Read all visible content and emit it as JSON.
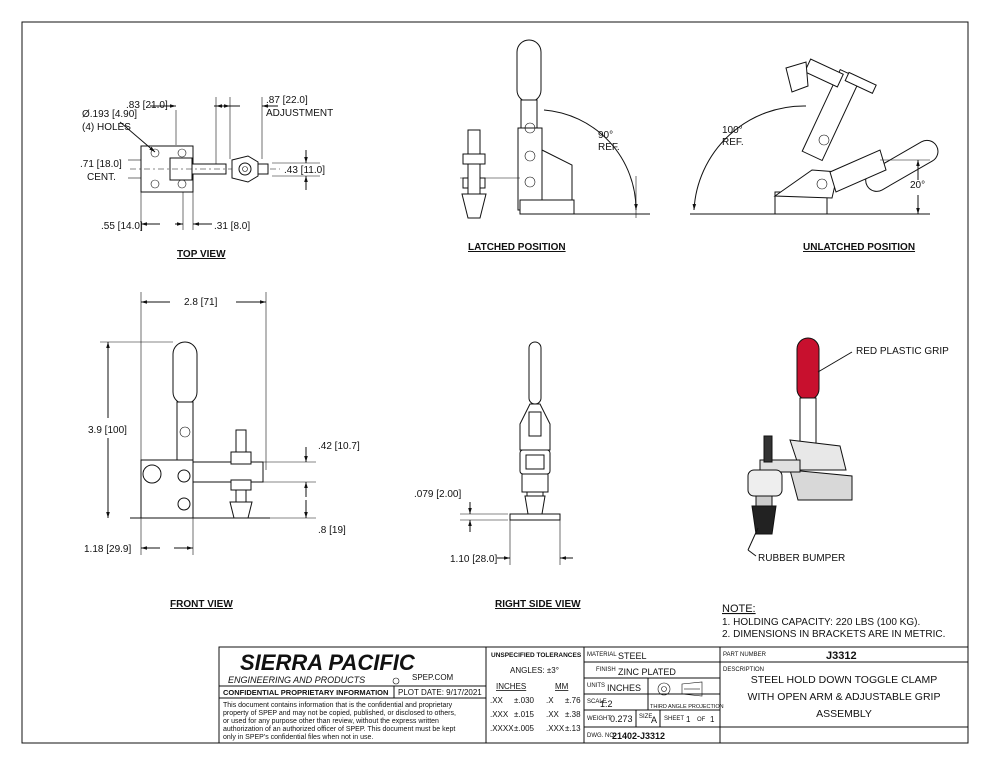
{
  "views": {
    "top": {
      "caption": "TOP VIEW",
      "dims": {
        "hole_a": "Ø.193",
        "hole_b": "4.90",
        "holes": "(4) HOLES",
        "w_a": ".83",
        "w_b": "21.0",
        "adj_a": ".87",
        "adj_b": "22.0",
        "adj_text": "ADJUSTMENT",
        "cent_a": ".71",
        "cent_b": "18.0",
        "cent_text": "CENT.",
        "h_a": ".43",
        "h_b": "11.0",
        "b1_a": ".55",
        "b1_b": "14.0",
        "b2_a": ".31",
        "b2_b": "8.0"
      }
    },
    "latched": {
      "caption": "LATCHED POSITION",
      "angle": "90°",
      "ref": "REF."
    },
    "unlatched": {
      "caption": "UNLATCHED POSITION",
      "angle": "100°",
      "ref": "REF.",
      "angle2": "20°"
    },
    "front": {
      "caption": "FRONT VIEW",
      "dims": {
        "w_a": "2.8",
        "w_b": "71",
        "h_a": "3.9",
        "h_b": "100",
        "s_a": ".42",
        "s_b": "10.7",
        "t_a": ".8",
        "t_b": "19",
        "b_a": "1.18",
        "b_b": "29.9"
      }
    },
    "right": {
      "caption": "RIGHT SIDE VIEW",
      "dims": {
        "th_a": ".079",
        "th_b": "2.00",
        "w_a": "1.10",
        "w_b": "28.0"
      }
    },
    "iso": {
      "grip": "RED PLASTIC GRIP",
      "bumper": "RUBBER BUMPER"
    }
  },
  "notes": {
    "title": "NOTE:",
    "items": [
      "1.   HOLDING CAPACITY: 220 LBS (100 KG).",
      "2.   DIMENSIONS IN BRACKETS ARE IN METRIC."
    ]
  },
  "title_block": {
    "company": "SIERRA PACIFIC",
    "company_sub": "ENGINEERING AND PRODUCTS",
    "website": "SPEP.COM",
    "confidential": "CONFIDENTIAL PROPRIETARY INFORMATION",
    "plot_date": "PLOT DATE:  9/17/2021",
    "disclaimer": [
      "This document contains information that is the confidential and proprietary",
      "property of SPEP and may not be copied, published, or disclosed to others,",
      "or used for any purpose  other than review, without the express written",
      "authorization of an authorized officer of SPEP. This document must be kept",
      "only in SPEP's confidential files when not in use."
    ],
    "tol_title": "UNSPECIFIED TOLERANCES",
    "angles": "ANGLES: ±3°",
    "inches": "INCHES",
    "mm": "MM",
    "tol_rows": [
      [
        ".XX",
        "±.030",
        ".X",
        "±.76"
      ],
      [
        ".XXX",
        "±.015",
        ".XX",
        "±.38"
      ],
      [
        ".XXXX",
        "±.005",
        ".XXX",
        "±.13"
      ]
    ],
    "material_label": "MATERIAL",
    "material": "STEEL",
    "finish_label": "FINISH",
    "finish": "ZINC PLATED",
    "units_label": "UNITS",
    "units": "INCHES",
    "projection": "THIRD ANGLE PROJECTION",
    "scale_label": "SCALE",
    "scale": "1:2",
    "weight_label": "WEIGHT",
    "weight": "0.273",
    "size_label": "SIZE",
    "size": "A",
    "sheet_label": "SHEET",
    "sheet": "1",
    "of_label": "OF",
    "of": "1",
    "dwg_label": "DWG. NO.",
    "dwg": "21402-J3312",
    "part_label": "PART NUMBER",
    "part": "J3312",
    "desc_label": "DESCRIPTION",
    "desc": [
      "STEEL HOLD DOWN TOGGLE CLAMP",
      "WITH OPEN ARM & ADJUSTABLE GRIP",
      "ASSEMBLY"
    ]
  },
  "colors": {
    "grip": "#c8102e",
    "line": "#111111"
  }
}
